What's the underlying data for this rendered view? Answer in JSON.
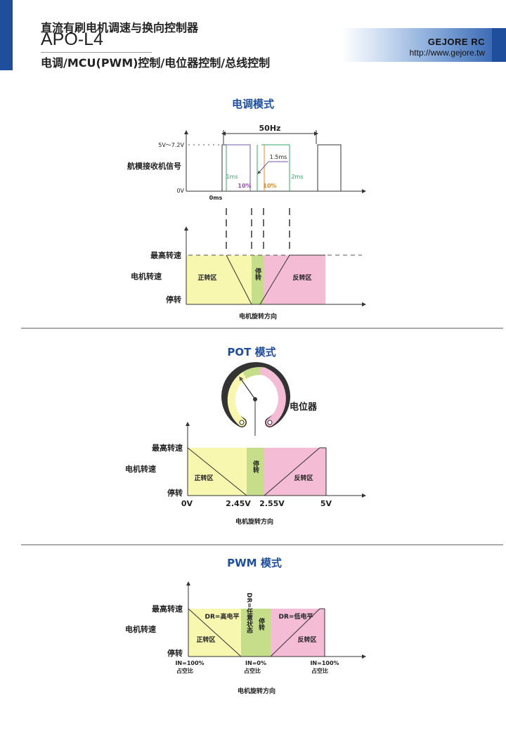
{
  "header": {
    "title_cn": "直流有刷电机调速与换向控制器",
    "model": "APO-L4",
    "subtitle": "电调/MCU(PWM)控制/电位器控制/总线控制",
    "brand": "GEJORE RC",
    "url": "http://www.gejore.tw"
  },
  "esc_mode": {
    "title": "电调模式",
    "freq": "50Hz",
    "voltage": "5V～7.2V",
    "zero_v": "0V",
    "signal_label": "航模接收机信号",
    "t0": "0ms",
    "t1": "1ms",
    "t15": "1.5ms",
    "t2": "2ms",
    "pct_left": "10%",
    "pct_right": "10%",
    "max_speed": "最高转速",
    "motor_speed": "电机转速",
    "stop": "停转",
    "forward": "正转区",
    "stop_zone": "停转",
    "reverse": "反转区",
    "direction": "电机旋转方向"
  },
  "pot_mode": {
    "title": "POT 模式",
    "pot_label": "电位器",
    "max_speed": "最高转速",
    "motor_speed": "电机转速",
    "stop": "停转",
    "forward": "正转区",
    "stop_zone": "停转",
    "reverse": "反转区",
    "v0": "0V",
    "v1": "2.45V",
    "v2": "2.55V",
    "v3": "5V",
    "direction": "电机旋转方向"
  },
  "pwm_mode": {
    "title": "PWM 模式",
    "max_speed": "最高转速",
    "motor_speed": "电机转速",
    "stop": "停转",
    "dr_high": "DR=高电平",
    "dr_any": "DR=任意状态",
    "dr_low": "DR=低电平",
    "forward": "正转区",
    "stop_zone": "停转",
    "reverse": "反转区",
    "in_left_1": "IN=100%",
    "in_left_2": "占空比",
    "in_mid_1": "IN=0%",
    "in_mid_2": "占空比",
    "in_right_1": "IN=100%",
    "in_right_2": "占空比",
    "direction": "电机旋转方向"
  },
  "colors": {
    "brand_blue": "#1f4e9c",
    "forward_fill": "#f7f7b0",
    "stop_fill": "#c6dd8a",
    "reverse_fill": "#f5bcd5",
    "signal_green": "#3aa36a",
    "signal_purple": "#7a5aa8",
    "pct_purple": "#9b4fb0",
    "pct_orange": "#e0892a"
  }
}
